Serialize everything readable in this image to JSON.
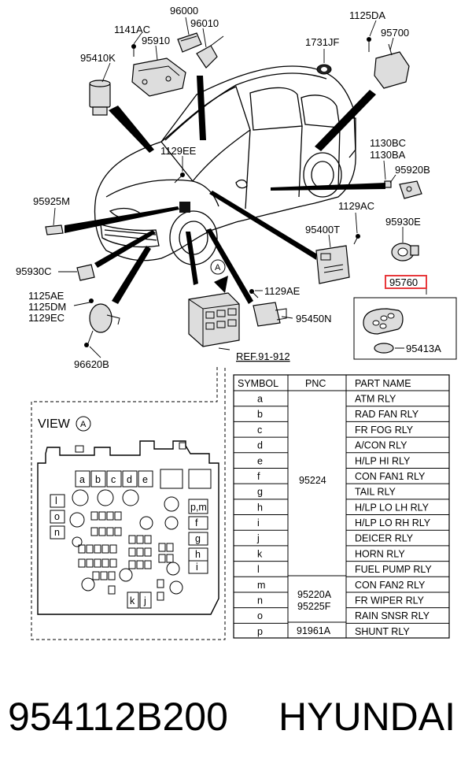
{
  "labels": {
    "c96000": "96000",
    "c1141ac": "1141AC",
    "c96010": "96010",
    "c95910": "95910",
    "c95410k": "95410K",
    "c1125da": "1125DA",
    "c95700": "95700",
    "c1731jf": "1731JF",
    "c1129ee_top": "1129EE",
    "c1130bc": "1130BC",
    "c1130ba": "1130BA",
    "c95920b": "95920B",
    "c95925m": "95925M",
    "c1129ac": "1129AC",
    "c95930e": "95930E",
    "c95400t": "95400T",
    "c95930c": "95930C",
    "c95760": "95760",
    "c1129ae": "1129AE",
    "c1125ae": "1125AE",
    "c1125dm": "1125DM",
    "c1129ec": "1129EC",
    "c95450n": "95450N",
    "c95413a": "95413A",
    "c96620b": "96620B",
    "ref": "REF.91-912",
    "view_marker": "A"
  },
  "view": {
    "title": "VIEW",
    "marker": "A",
    "cells": {
      "a": "a",
      "b": "b",
      "c": "c",
      "d": "d",
      "e": "e",
      "f": "f",
      "g": "g",
      "h": "h",
      "i": "i",
      "j": "j",
      "k": "k",
      "l": "l",
      "m": "m",
      "n": "n",
      "o": "o",
      "pm": "p,m"
    }
  },
  "table": {
    "headers": [
      "SYMBOL",
      "PNC",
      "PART NAME"
    ],
    "rows": [
      {
        "symbol": "a",
        "name": "ATM RLY"
      },
      {
        "symbol": "b",
        "name": "RAD FAN RLY"
      },
      {
        "symbol": "c",
        "name": "FR FOG RLY"
      },
      {
        "symbol": "d",
        "name": "A/CON RLY"
      },
      {
        "symbol": "e",
        "name": "H/LP HI RLY"
      },
      {
        "symbol": "f",
        "name": "CON FAN1 RLY"
      },
      {
        "symbol": "g",
        "name": "TAIL RLY"
      },
      {
        "symbol": "h",
        "name": "H/LP LO LH RLY"
      },
      {
        "symbol": "i",
        "name": "H/LP LO RH RLY"
      },
      {
        "symbol": "j",
        "name": "DEICER RLY"
      },
      {
        "symbol": "k",
        "name": "HORN RLY"
      },
      {
        "symbol": "l",
        "name": "FUEL PUMP RLY"
      },
      {
        "symbol": "m",
        "name": "CON FAN2 RLY"
      },
      {
        "symbol": "n",
        "name": "FR WIPER RLY"
      },
      {
        "symbol": "o",
        "name": "RAIN SNSR RLY"
      },
      {
        "symbol": "p",
        "name": "SHUNT RLY"
      }
    ],
    "pnc_groups": [
      {
        "pnc": "95224"
      },
      {
        "pnc": "95220A",
        "pnc2": "95225F"
      },
      {
        "pnc": "91961A"
      }
    ]
  },
  "footer": {
    "part_number": "954112B200",
    "brand": "HYUNDAI"
  },
  "colors": {
    "highlight": "#e8393c",
    "ink": "#000000"
  }
}
